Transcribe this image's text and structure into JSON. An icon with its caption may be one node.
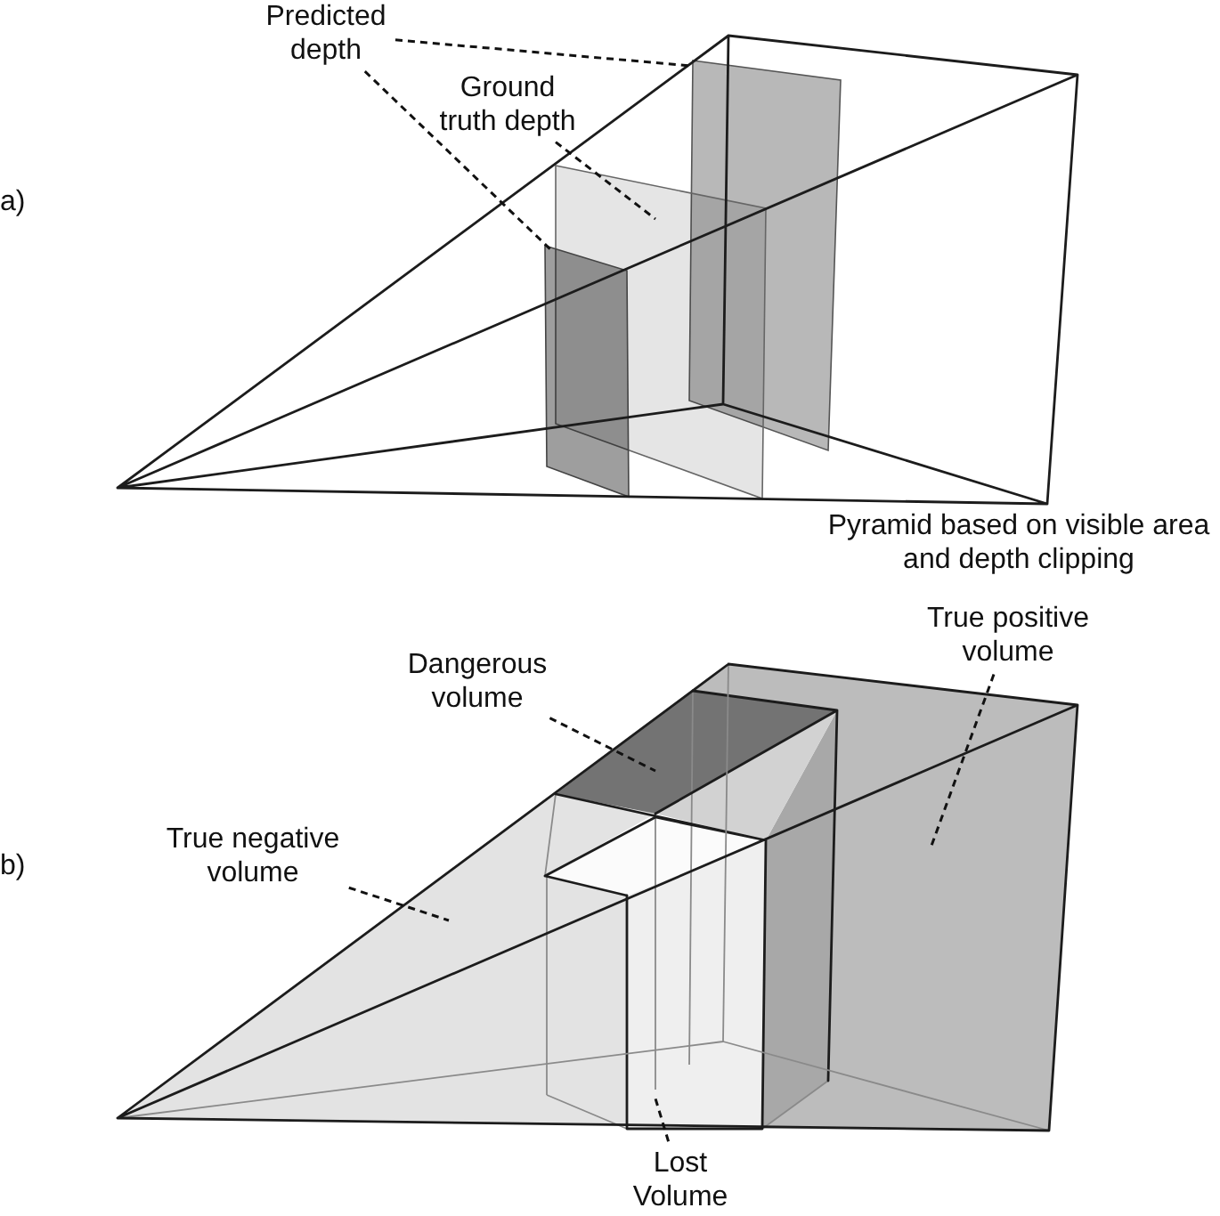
{
  "diagram": {
    "nodes": [
      {
        "text": [
          "Predicted depth"
        ]
      },
      {
        "text": [
          "Ground truth depth"
        ]
      },
      {
        "text": [],
        "shape": "box"
      },
      {
        "text": [],
        "shape": "box"
      },
      {
        "text": [],
        "shape": "box"
      },
      {
        "text": [
          "Dangerous volume"
        ]
      },
      {
        "text": [
          "True positive volume"
        ]
      },
      {
        "text": [
          "True negative volume"
        ]
      },
      {
        "text": [
          "Lost Volume"
        ]
      },
      {
        "text": [],
        "shape": "box"
      },
      {
        "text": [],
        "shape": "box"
      },
      {
        "text": [],
        "shape": "box"
      },
      {
        "text": [],
        "shape": "box"
      }
    ],
    "edges": [
      {
        "from": 0,
        "to": 4,
        "arrow": "none",
        "style": "dashed"
      },
      {
        "from": 0,
        "to": 2,
        "arrow": "none",
        "style": "dashed"
      },
      {
        "from": 1,
        "to": 3,
        "arrow": "none",
        "style": "dashed"
      },
      {
        "from": 5,
        "to": 11,
        "arrow": "none",
        "style": "dashed"
      },
      {
        "from": 6,
        "to": 12,
        "arrow": "none",
        "style": "dashed"
      },
      {
        "from": 7,
        "to": 9,
        "arrow": "none",
        "style": "dashed"
      },
      {
        "from": 8,
        "to": 10,
        "arrow": "none",
        "style": "dashed"
      }
    ],
    "labels": [
      "a)",
      "Pyramid based on visible area and depth clipping",
      "b)"
    ]
  }
}
